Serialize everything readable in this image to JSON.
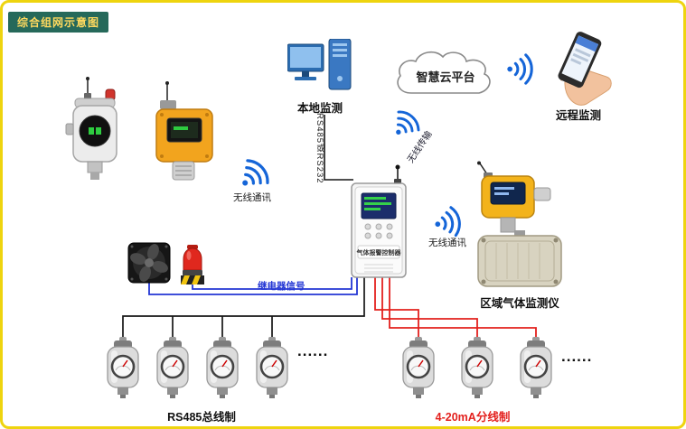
{
  "badge": {
    "title": "综合组网示意图"
  },
  "nodes": {
    "local_monitor": {
      "label": "本地监测"
    },
    "cloud": {
      "label": "智慧云平台"
    },
    "remote_monitor": {
      "label": "远程监测"
    },
    "area_monitor": {
      "label": "区域气体监测仪"
    },
    "controller": {
      "label": "气体报警控制器"
    }
  },
  "links": {
    "rs485_or_rs232": {
      "label": "RS485或RS232"
    },
    "wireless_transmission": {
      "label": "无线传输"
    },
    "wireless_comm_left": {
      "label": "无线通讯"
    },
    "wireless_comm_right": {
      "label": "无线通讯"
    },
    "relay_signal": {
      "label": "继电器信号"
    },
    "rs485_bus": {
      "label": "RS485总线制"
    },
    "analog_branch": {
      "label": "4-20mA分线制"
    }
  },
  "ellipsis": {
    "left": "......",
    "right": "......"
  },
  "colors": {
    "border": "#eed40f",
    "badge_bg": "#26695a",
    "badge_text": "#ffd95e",
    "wire_blue": "#2336d4",
    "wire_red": "#e3201d",
    "wire_black": "#151515",
    "wifi_blue": "#1565d8"
  }
}
